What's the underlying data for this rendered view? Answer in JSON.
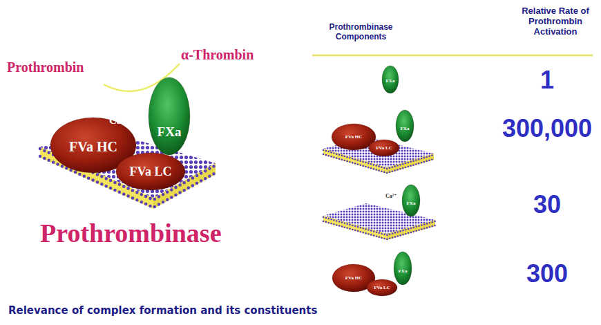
{
  "diagram": {
    "title": "Prothrombinase",
    "caption": "Relevance of complex formation and its constituents",
    "nodes": [
      {
        "text": [
          "FVa HC"
        ]
      },
      {
        "text": [
          "FXa"
        ]
      },
      {
        "text": [
          "FVa LC"
        ]
      },
      {
        "text": [
          "FXa"
        ]
      },
      {
        "text": [
          "FVa HC"
        ]
      },
      {
        "text": [
          "FXa"
        ]
      },
      {
        "text": [
          "FVa LC"
        ]
      },
      {
        "text": [
          "FXa"
        ]
      },
      {
        "text": [
          "FVa HC"
        ]
      },
      {
        "text": [
          "FXa"
        ]
      },
      {
        "text": [
          "FVa LC"
        ]
      }
    ],
    "labels": [
      "Prothrombin",
      "α-Thrombin",
      "Ca²⁺",
      "Prothrombinase Components",
      "Relative Rate of Prothrombin Activation",
      "1",
      "300,000",
      "Ca²⁺",
      "30",
      "Ca²⁺",
      "300"
    ]
  }
}
